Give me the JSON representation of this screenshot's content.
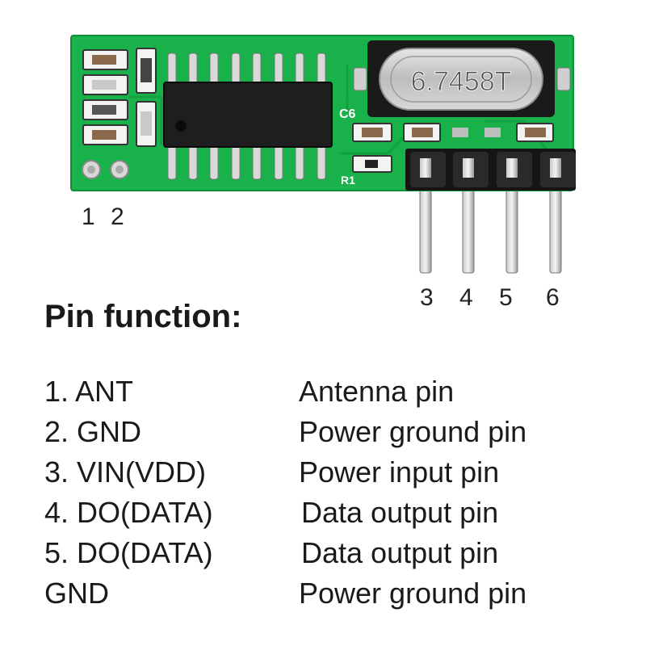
{
  "board": {
    "crystal_label": "6.7458T",
    "silkscreen_c6": "C6",
    "silkscreen_r1": "R1",
    "pcb_color": "#19b14a",
    "pcb_edge_color": "#0e8f3a"
  },
  "pin_numbers": [
    "1",
    "2",
    "3",
    "4",
    "5",
    "6"
  ],
  "heading": "Pin function:",
  "pins": [
    {
      "name": "1. ANT",
      "desc": "Antenna pin"
    },
    {
      "name": "2. GND",
      "desc": "Power ground pin"
    },
    {
      "name": "3. VIN(VDD)",
      "desc": "Power input pin"
    },
    {
      "name": "4. DO(DATA)",
      "desc": "Data output pin"
    },
    {
      "name": "5. DO(DATA)",
      "desc": "Data output pin"
    },
    {
      "name": "GND",
      "desc": "Power ground pin"
    }
  ]
}
